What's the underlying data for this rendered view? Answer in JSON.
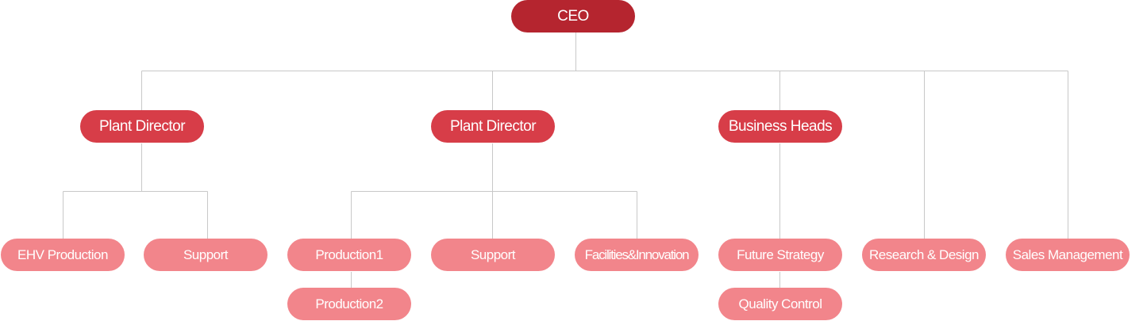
{
  "org_chart": {
    "ceo": {
      "label": "CEO"
    },
    "divisions": [
      {
        "label": "Plant Director",
        "children": [
          "EHV Production",
          "Support"
        ]
      },
      {
        "label": "Plant Director",
        "children": [
          "Production1",
          "Production2",
          "Support",
          "Facilities&Innovation"
        ]
      },
      {
        "label": "Business Heads",
        "children": [
          "Future Strategy",
          "Quality Control"
        ]
      }
    ],
    "direct_units": [
      "Research & Design",
      "Sales Management"
    ]
  },
  "colors": {
    "ceo": "#b5252f",
    "director": "#d73d48",
    "unit": "#f2858b",
    "connector": "#c8c8c8"
  }
}
